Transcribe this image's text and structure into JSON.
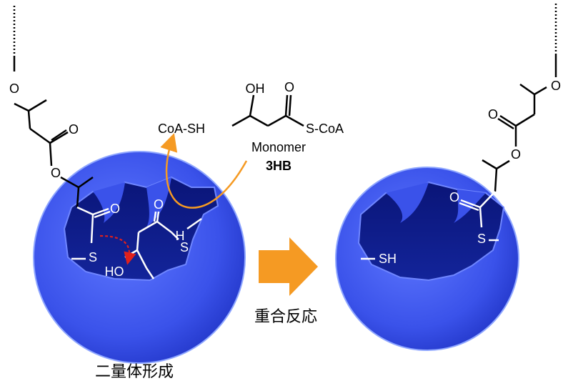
{
  "labels": {
    "coa_sh": "CoA-SH",
    "hydroxy_top": "OH",
    "carbonyl_o": "O",
    "s_coa": "S-CoA",
    "monomer": "Monomer",
    "monomer_name": "3HB",
    "left_ether_o": "O",
    "left_carbonyl_o": "O",
    "left_ester_o": "O",
    "left_pocket_o": "O",
    "left_pocket_s": "S",
    "left_active_s": "S",
    "left_active_h": "H",
    "left_active_o": "O",
    "left_ho": "HO",
    "right_ether_o": "O",
    "right_carbonyl_o": "O",
    "right_ester_o": "O",
    "right_pocket_o": "O",
    "right_pocket_s": "S",
    "right_sh": "SH"
  },
  "captions": {
    "dimer": "二量体形成",
    "reaction": "重合反応"
  },
  "colors": {
    "enzyme_outer": "#4a5ef0",
    "enzyme_pocket": "#0a1a8a",
    "arrow_orange": "#f59a23",
    "arrow_red": "#e0201c"
  }
}
